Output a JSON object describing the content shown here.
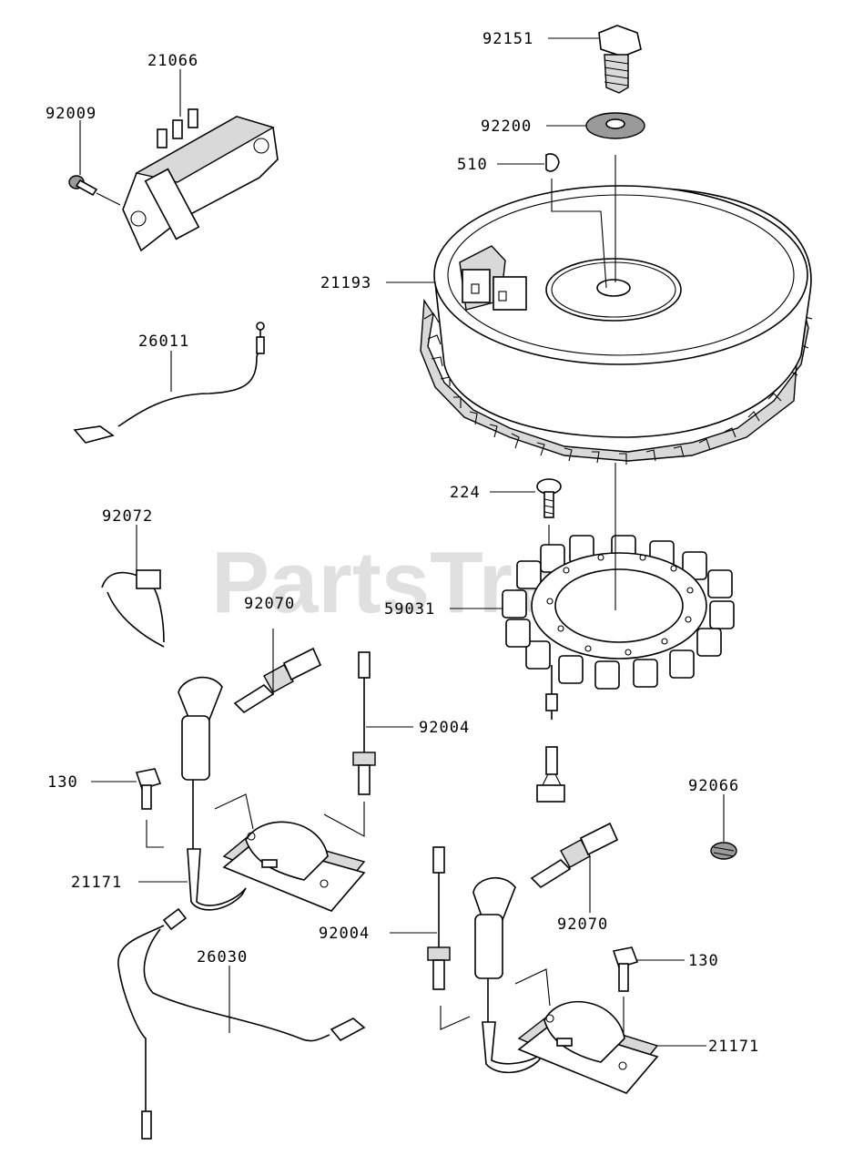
{
  "watermark": "PartsTree",
  "parts": {
    "p92151": "92151",
    "p92200": "92200",
    "p510": "510",
    "p21193": "21193",
    "p224": "224",
    "p59031": "59031",
    "p92066": "92066",
    "p92070_a": "92070",
    "p92070_b": "92070",
    "p92004_a": "92004",
    "p92004_b": "92004",
    "p130_a": "130",
    "p130_b": "130",
    "p21171_a": "21171",
    "p21171_b": "21171",
    "p21066": "21066",
    "p92009": "92009",
    "p26011": "26011",
    "p92072": "92072",
    "p26030": "26030"
  }
}
